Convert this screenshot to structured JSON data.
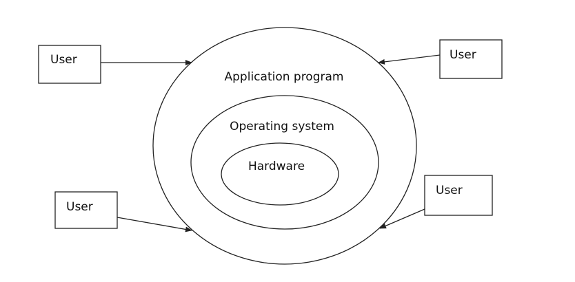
{
  "diagram": {
    "layers": {
      "outer": "Application program",
      "middle": "Operating system",
      "inner": "Hardware"
    },
    "users": {
      "top_left": "User",
      "top_right": "User",
      "bottom_left": "User",
      "bottom_right": "User"
    }
  }
}
